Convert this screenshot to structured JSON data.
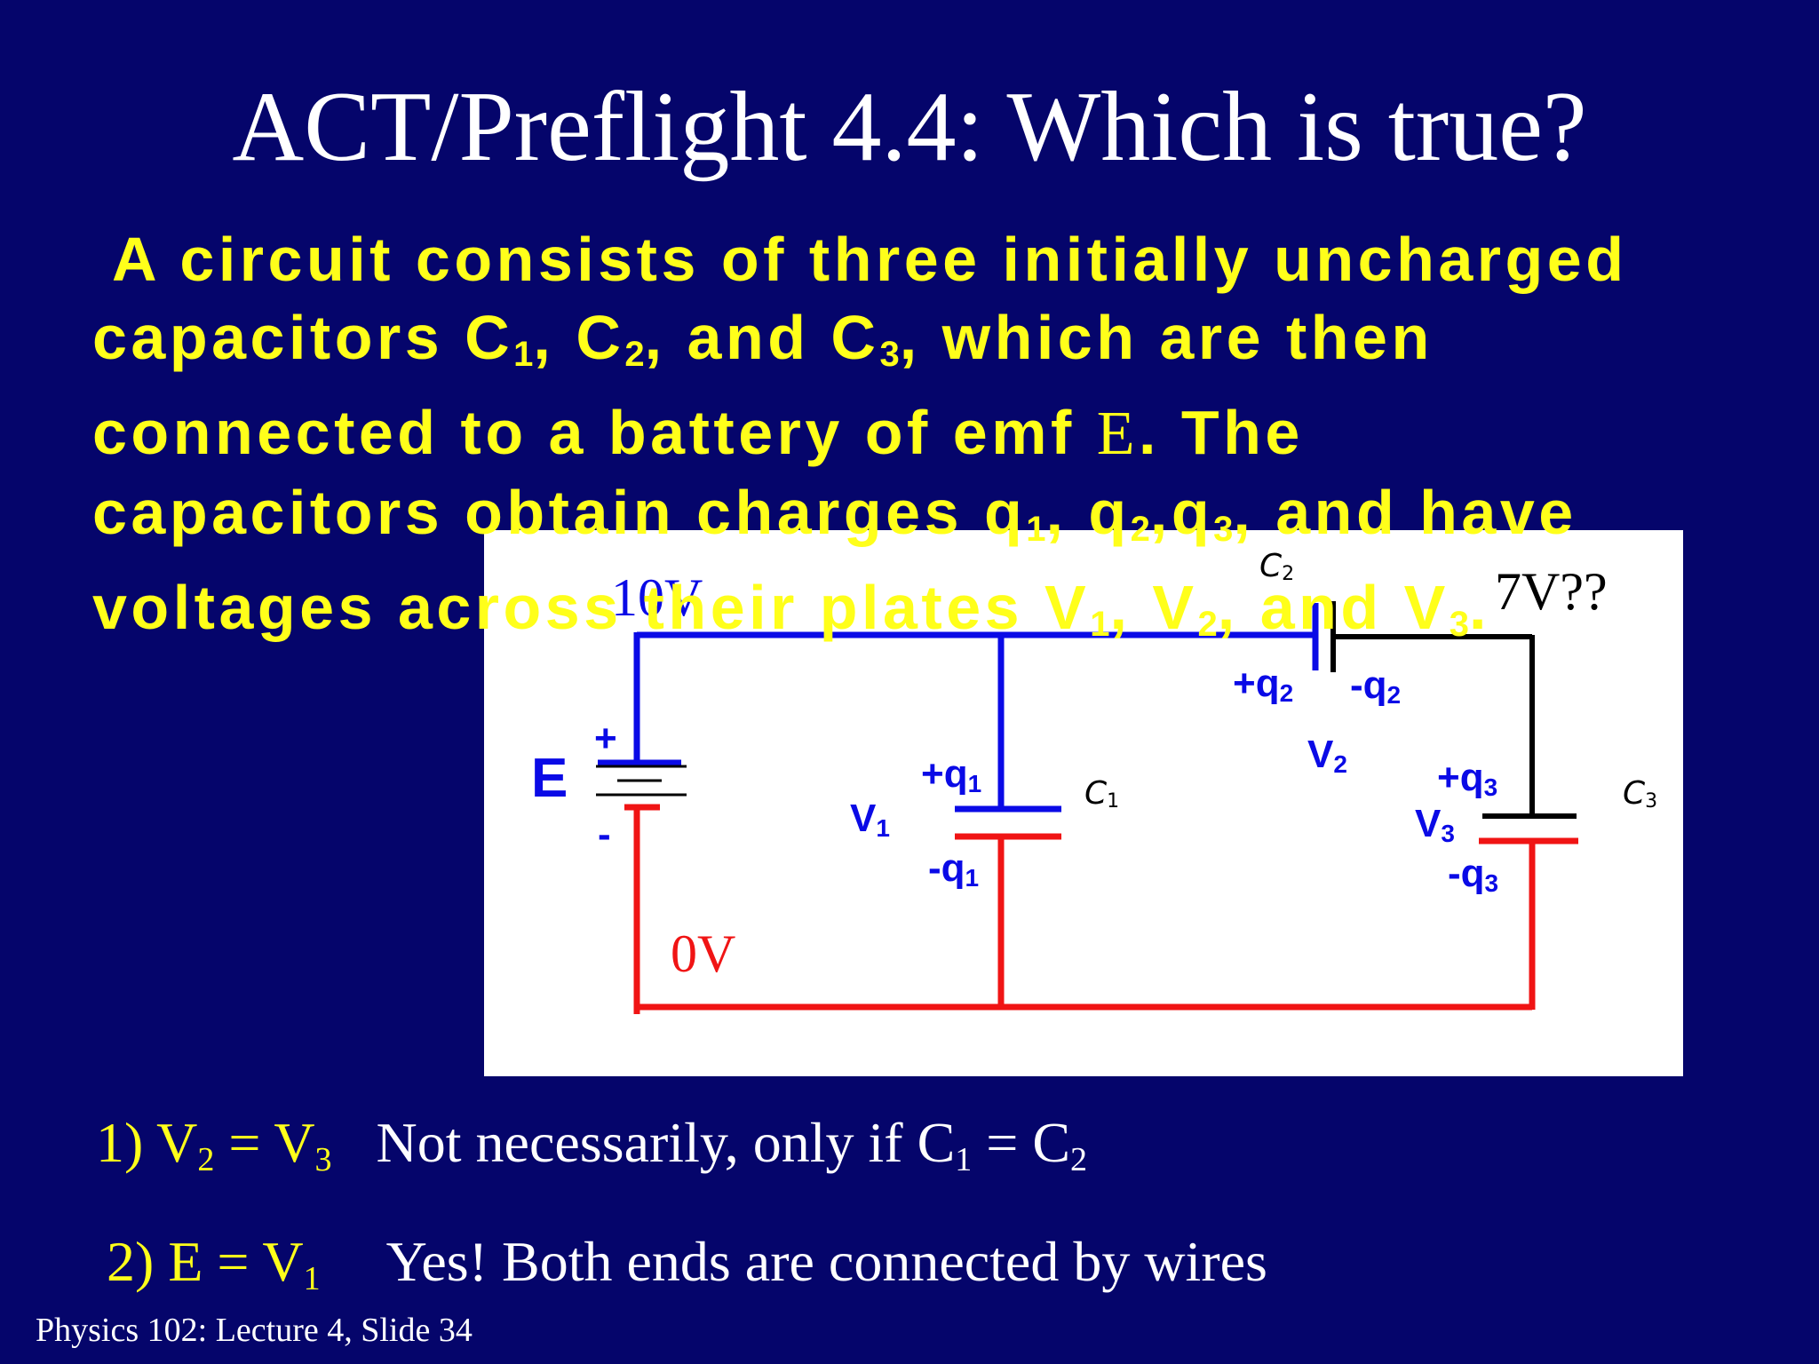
{
  "title": "ACT/Preflight 4.4:  Which is true?",
  "paragraph": {
    "line1": "A circuit consists of three initially uncharged",
    "line2_a": "capacitors C",
    "line2_s1": "1",
    "line2_b": ", C",
    "line2_s2": "2",
    "line2_c": ", and C",
    "line2_s3": "3",
    "line2_d": ", which are then",
    "line3_a": "connected to a battery of emf ",
    "line3_emf": "E",
    "line3_b": ".   The",
    "line4_a": "capacitors obtain charges q",
    "line4_s1": "1",
    "line4_b": ", q",
    "line4_s2": "2",
    "line4_c": ",q",
    "line4_s3": "3",
    "line4_d": ", and have",
    "line5_a": "voltages across their plates V",
    "line5_s1": "1",
    "line5_b": ", V",
    "line5_s2": "2",
    "line5_c": ", and V",
    "line5_s3": "3",
    "line5_d": "."
  },
  "circuit": {
    "label_10v": "10V",
    "label_0v": "0V",
    "label_7v": "7V??",
    "emf_label": "E",
    "plus_sign": "+",
    "minus_sign": "-",
    "c1": {
      "name": "C",
      "sub": "1",
      "plus_q": "+q",
      "minus_q": "-q",
      "v": "V",
      "idx": "1"
    },
    "c2": {
      "name": "C",
      "sub": "2",
      "plus_q": "+q",
      "minus_q": "-q",
      "v": "V",
      "idx": "2"
    },
    "c3": {
      "name": "C",
      "sub": "3",
      "plus_q": "+q",
      "minus_q": "-q",
      "v": "V",
      "idx": "3"
    },
    "colors": {
      "high": "#0a0ae6",
      "low": "#f01414",
      "neutral": "#000000"
    }
  },
  "answers": [
    {
      "num": "1) V",
      "s1": "2",
      "mid": " = V",
      "s2": "3",
      "response_a": "Not necessarily, only if C",
      "rs1": "1",
      "response_b": " = C",
      "rs2": "2"
    },
    {
      "num": "2) E = V",
      "s1": "1",
      "response": "Yes! Both ends are connected by wires"
    }
  ],
  "footer": "Physics 102: Lecture 4, Slide 34",
  "colors": {
    "background": "#05056b",
    "title": "#ffffff",
    "text_yellow": "#ffff1a"
  }
}
